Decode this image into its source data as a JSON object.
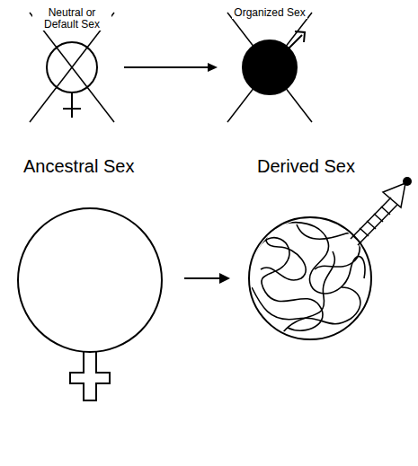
{
  "diagram": {
    "nodes": [
      {
        "text": [
          "Neutral or Default Sex"
        ]
      },
      {
        "text": [
          "Organized Sex"
        ]
      }
    ],
    "edges": [
      {
        "from": 0,
        "to": 1,
        "arrow": "to"
      }
    ],
    "labels": [
      "Ancestral Sex",
      "Derived Sex"
    ]
  }
}
